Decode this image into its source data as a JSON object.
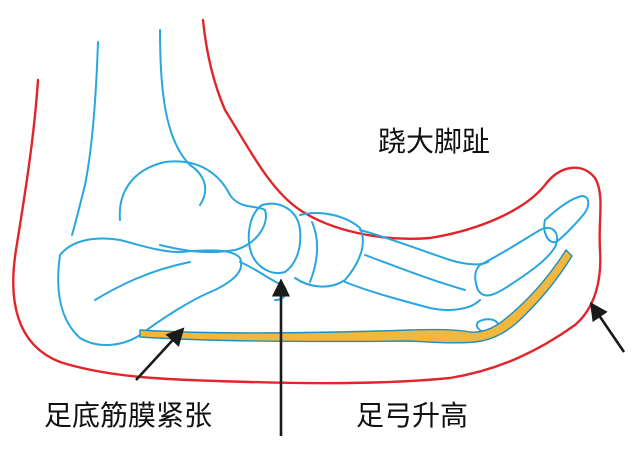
{
  "colors": {
    "outline": "#e0262b",
    "bone": "#2aa6df",
    "fascia_fill": "#f2b73c",
    "fascia_edge": "#1f8fbf",
    "arrow": "#1a1a1a"
  },
  "labels": {
    "toe_raise": "跷大脚趾",
    "fascia_tension": "足底筋膜紧张",
    "arch_raise": "足弓升高"
  }
}
